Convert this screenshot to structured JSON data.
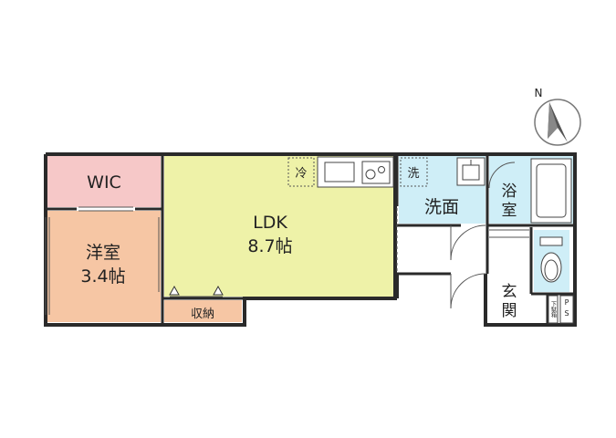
{
  "compass": {
    "north_label": "N"
  },
  "rooms": {
    "wic": {
      "label": "WIC"
    },
    "western_room": {
      "label": "洋室",
      "size": "3.4帖"
    },
    "ldk": {
      "label": "LDK",
      "size": "8.7帖"
    },
    "storage": {
      "label": "収納"
    },
    "washroom": {
      "label": "洗面"
    },
    "bathroom": {
      "label": "浴室"
    },
    "entrance": {
      "label": "玄関"
    },
    "shoe_box": {
      "label": "下駄箱"
    },
    "ps": {
      "label": "PS"
    }
  },
  "fixtures": {
    "fridge": {
      "label": "冷"
    },
    "washer": {
      "label": "洗"
    }
  },
  "colors": {
    "wall": "#2a2a2a",
    "wic": "#f6c8c8",
    "western_room": "#f6c6a4",
    "ldk": "#eef2a8",
    "wet_area": "#cfeef7",
    "neutral": "#ffffff"
  }
}
